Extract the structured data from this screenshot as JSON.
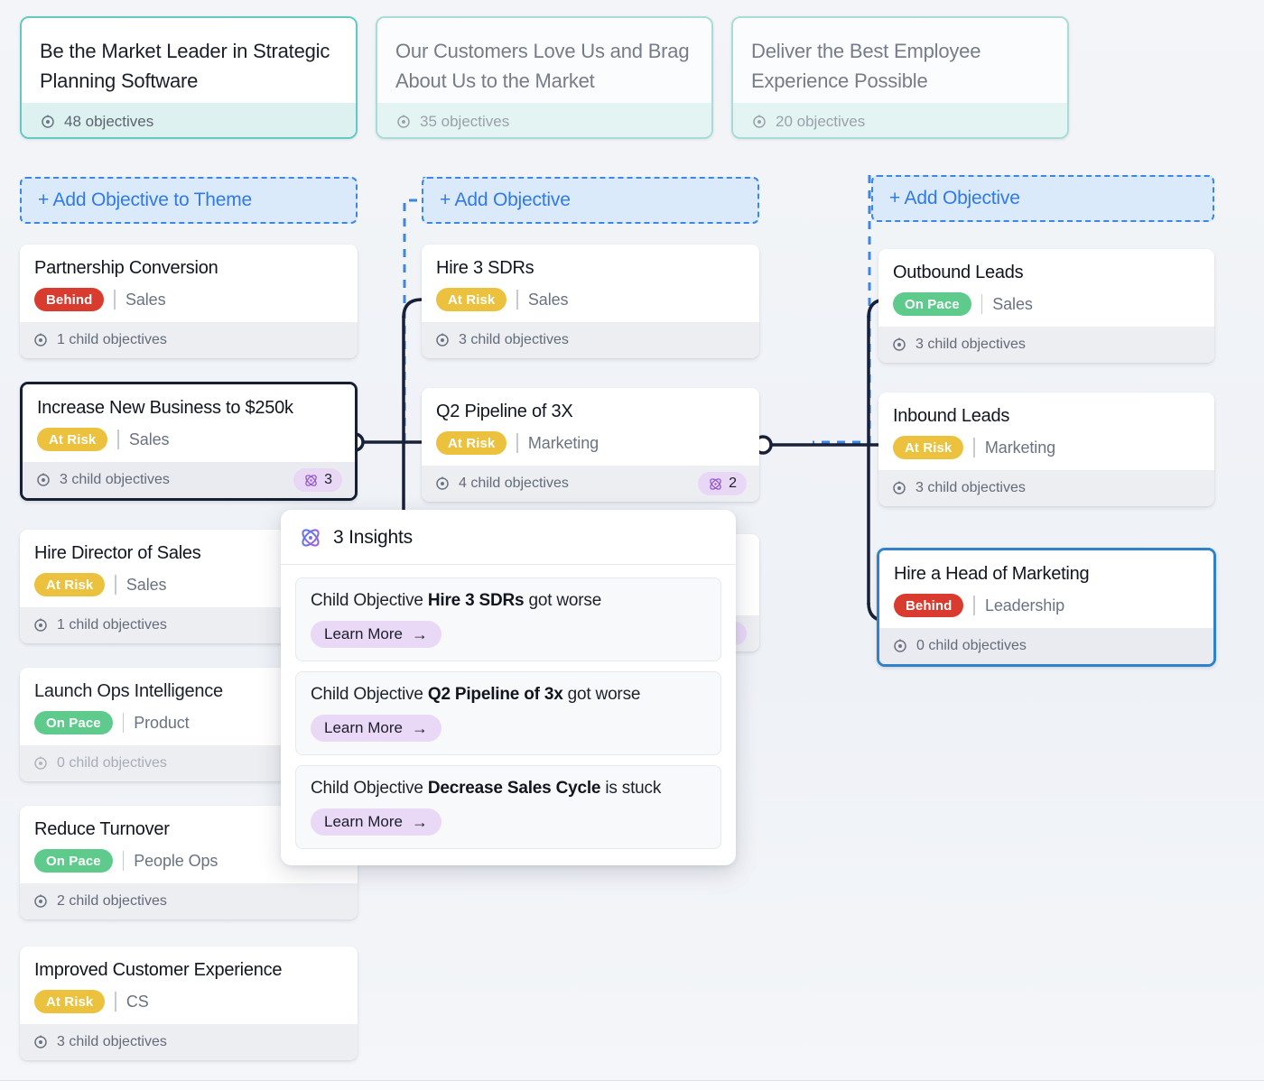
{
  "themes": [
    {
      "title": "Be the Market Leader in Strategic Planning Software",
      "objectives_label": "48 objectives",
      "selected": true
    },
    {
      "title": "Our Customers Love Us and Brag About Us to the Market",
      "objectives_label": "35 objectives",
      "selected": false
    },
    {
      "title": "Deliver the Best Employee Experience Possible",
      "objectives_label": "20 objectives",
      "selected": false
    }
  ],
  "add_buttons": {
    "theme": "+ Add Objective to Theme",
    "middle": "+ Add Objective",
    "right": "+ Add Objective"
  },
  "columns": {
    "left": [
      {
        "title": "Partnership Conversion",
        "status": "Behind",
        "status_kind": "behind",
        "team": "Sales",
        "children": "1 child objectives",
        "insights": null,
        "state": "normal"
      },
      {
        "title": "Increase New Business to $250k",
        "status": "At Risk",
        "status_kind": "atrisk",
        "team": "Sales",
        "children": "3 child objectives",
        "insights": "3",
        "state": "selected-dark"
      },
      {
        "title": "Hire Director of Sales",
        "status": "At Risk",
        "status_kind": "atrisk",
        "team": "Sales",
        "children": "1 child objectives",
        "insights": null,
        "state": "normal"
      },
      {
        "title": "Launch Ops Intelligence",
        "status": "On Pace",
        "status_kind": "onpace",
        "team": "Product",
        "children": "0 child objectives",
        "insights": null,
        "state": "dim"
      },
      {
        "title": "Reduce Turnover",
        "status": "On Pace",
        "status_kind": "onpace",
        "team": "People Ops",
        "children": "2 child objectives",
        "insights": null,
        "state": "normal"
      },
      {
        "title": "Improved Customer Experience",
        "status": "At Risk",
        "status_kind": "atrisk",
        "team": "CS",
        "children": "3 child objectives",
        "insights": null,
        "state": "normal"
      }
    ],
    "middle": [
      {
        "title": "Hire 3 SDRs",
        "status": "At Risk",
        "status_kind": "atrisk",
        "team": "Sales",
        "children": "3 child objectives",
        "insights": null,
        "state": "normal"
      },
      {
        "title": "Q2 Pipeline of 3X",
        "status": "At Risk",
        "status_kind": "atrisk",
        "team": "Marketing",
        "children": "4 child objectives",
        "insights": "2",
        "state": "normal"
      }
    ],
    "right": [
      {
        "title": "Outbound Leads",
        "status": "On Pace",
        "status_kind": "onpace",
        "team": "Sales",
        "children": "3 child objectives",
        "insights": null,
        "state": "normal"
      },
      {
        "title": "Inbound Leads",
        "status": "At Risk",
        "status_kind": "atrisk",
        "team": "Marketing",
        "children": "3 child objectives",
        "insights": null,
        "state": "normal"
      },
      {
        "title": "Hire a Head of Marketing",
        "status": "Behind",
        "status_kind": "behind",
        "team": "Leadership",
        "children": "0 child objectives",
        "insights": null,
        "state": "selected-blue"
      }
    ]
  },
  "insights_popover": {
    "title": "3 Insights",
    "items": [
      {
        "prefix": "Child Objective ",
        "subject": "Hire 3 SDRs",
        "suffix": " got worse",
        "cta": "Learn More"
      },
      {
        "prefix": "Child Objective ",
        "subject": "Q2 Pipeline of 3x",
        "suffix": " got worse",
        "cta": "Learn More"
      },
      {
        "prefix": "Child Objective ",
        "subject": "Decrease Sales Cycle",
        "suffix": " is stuck",
        "cta": "Learn More"
      }
    ]
  },
  "colors": {
    "behind": "#d93c2f",
    "at_risk": "#ecc13e",
    "on_pace": "#5ecb8c",
    "theme_accent": "#62c9c3",
    "add_accent": "#2f7ae5",
    "insight_purple": "#9a5cd0",
    "wire": "#18203a",
    "selected_blue": "#2f82c9"
  }
}
